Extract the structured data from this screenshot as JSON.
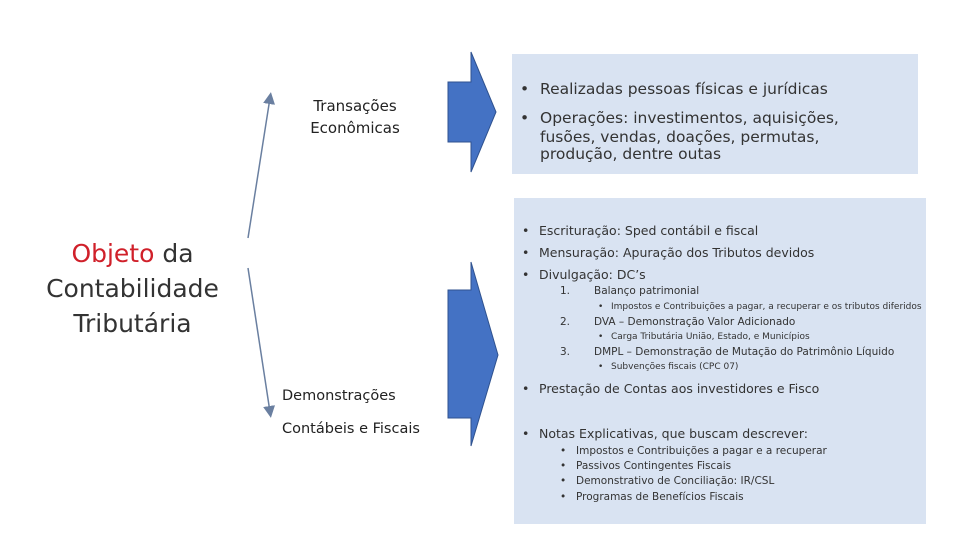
{
  "main_title": {
    "highlight": "Objeto",
    "rest1": " da",
    "line2": "Contabilidade",
    "line3": "Tributária"
  },
  "label_transacoes": {
    "line1": "Transações",
    "line2": "Econômicas"
  },
  "label_demonstracoes": {
    "line1": "Demonstrações",
    "line2": "Contábeis e Fiscais"
  },
  "panel1": {
    "bullet": "•",
    "items": [
      "Realizadas pessoas físicas e jurídicas",
      "Operações: investimentos, aquisições,",
      "fusões, vendas, doações, permutas,",
      "produção, dentre outas"
    ]
  },
  "panel2": {
    "bullet": "•",
    "top_items": [
      "Escrituração: Sped contábil e fiscal",
      "Mensuração: Apuração dos Tributos devidos",
      "Divulgação: DC’s"
    ],
    "numbered": [
      {
        "num": "1.",
        "label": "Balanço patrimonial",
        "sub": "Impostos e Contribuições a pagar, a recuperar e os tributos diferidos"
      },
      {
        "num": "2.",
        "label": "DVA – Demonstração Valor Adicionado",
        "sub": "Carga Tributária União, Estado, e Municípios"
      },
      {
        "num": "3.",
        "label": "DMPL – Demonstração de Mutação do Patrimônio Líquido",
        "sub": "Subvenções fiscais (CPC 07)"
      }
    ],
    "prestacao": "Prestação de Contas aos investidores e Fisco",
    "notas": "Notas Explicativas, que buscam descrever:",
    "notas_items": [
      "Impostos e Contribuições a pagar e a recuperar",
      "Passivos Contingentes Fiscais",
      "Demonstrativo de Conciliação: IR/CSL",
      "Programas de Benefícios Fiscais"
    ]
  },
  "colors": {
    "arrow_fill": "#4472c4",
    "arrow_stroke": "#2f528f",
    "panel_bg": "#d9e3f2",
    "highlight": "#d0202a"
  }
}
